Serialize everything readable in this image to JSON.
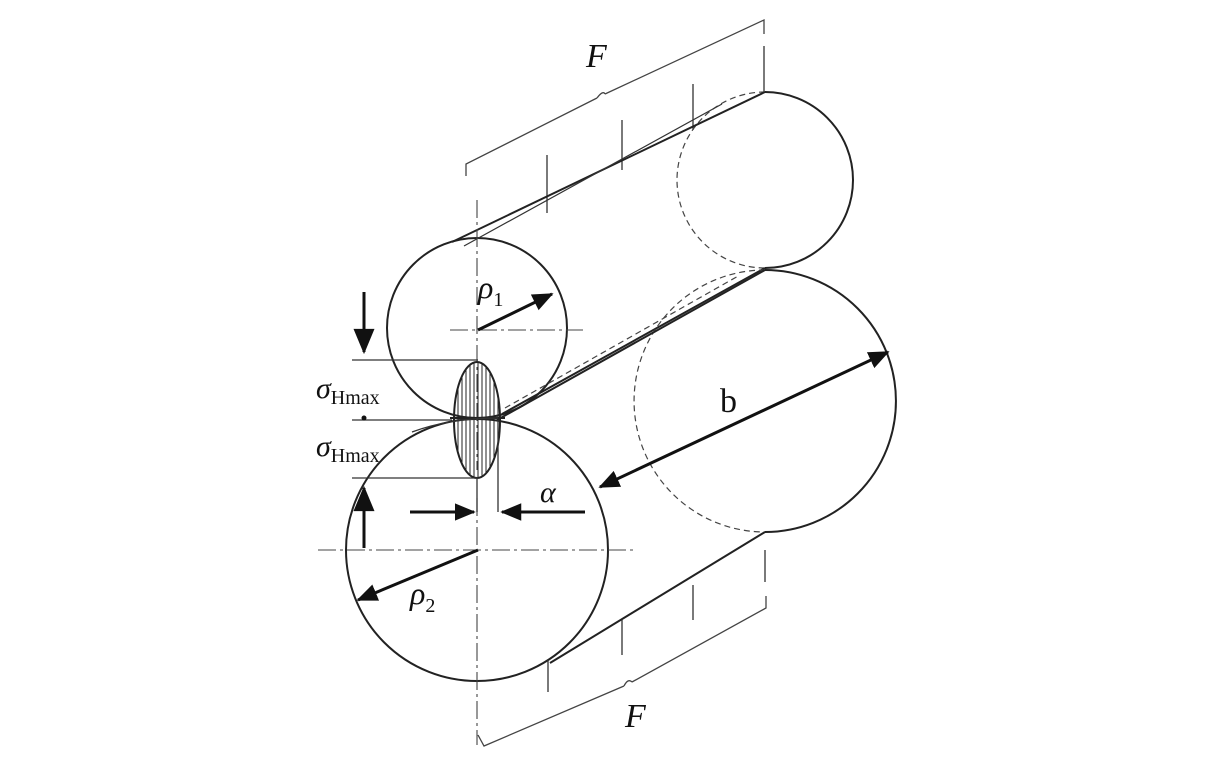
{
  "labels": {
    "force_top": "F",
    "force_bottom": "F",
    "rho1": "ρ",
    "rho1_sub": "1",
    "rho2": "ρ",
    "rho2_sub": "2",
    "width": "b",
    "alpha": "α",
    "sigma_top": "σ",
    "sigma_top_sub": "Hmax",
    "sigma_bottom": "σ",
    "sigma_bottom_sub": "Hmax"
  }
}
